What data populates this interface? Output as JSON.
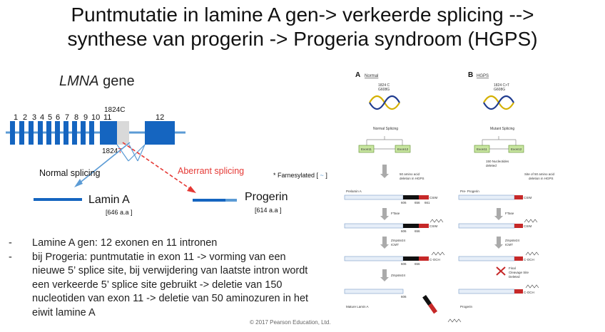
{
  "title": {
    "line1": "Puntmutatie in lamine A gen-> verkeerde splicing -->",
    "line2": "synthese van progerin -> Progeria syndroom (HGPS)"
  },
  "gene": {
    "name_italic": "LMNA",
    "name_rest": " gene",
    "exons": [
      "1",
      "2",
      "3",
      "4",
      "5",
      "6",
      "7",
      "8",
      "9",
      "10",
      "11",
      "12"
    ],
    "mutation_top": "1824C",
    "mutation_bottom_prefix": "1824",
    "mutation_bottom_letter": "T",
    "normal_splicing": "Normal splicing",
    "aberrant_splicing": "Aberrant splicing",
    "farnesylated": "* Farnesylated [",
    "lamin_a": "Lamin A",
    "lamin_a_len": "[646 a.a ]",
    "progerin": "Progerin",
    "progerin_len": "[614 a.a ]",
    "colors": {
      "exon": "#1565c0",
      "intron": "#5b9bd5",
      "mutant": "#d9d9d9",
      "normal_arrow": "#5b9bd5",
      "aberrant_arrow": "#e53935"
    }
  },
  "bullets": [
    "Lamine A gen: 12 exonen en 11 intronen",
    "bij Progeria: puntmutatie in exon 11 -> vorming van een nieuwe 5’ splice site, bij verwijdering van laatste intron wordt een verkeerde 5’ splice site gebruikt -> deletie van 150 nucleotiden van exon 11 -> deletie van 50 aminozuren in het eiwit lamine A"
  ],
  "copyright": "© 2017 Pearson Education, Ltd.",
  "pathway": {
    "a_letter": "A",
    "a_label": "Normal",
    "b_letter": "B",
    "b_label": "HGPS",
    "a_mut1": "1824 C",
    "a_mut2": "G608G",
    "b_mut1": "1824 C>T",
    "b_mut2": "G608G",
    "a_splicing": "Normal Splicing",
    "b_splicing": "Mutant Splicing",
    "exon11": "Exon11",
    "exon12": "Exon12",
    "deleted_note1": "150 Nucleotides",
    "deleted_note2": "deleted",
    "deletion_note1": "50 amino acid",
    "deletion_note2": "deletion in HGPS",
    "site_note1": "Site of 50 amino acid",
    "site_note2": "deletion in HGPS",
    "prelamin": "Prelamin A",
    "pre_progerin": "Pre- Progerin",
    "csim": "CSIM",
    "num606": "606",
    "num656": "656",
    "num661": "661",
    "ftase": "FTase",
    "zmpste24": "Zmpste24",
    "icmt": "ICMT",
    "cooch3": "C-OCH",
    "final1": "Final",
    "final2": "Cleavage Site",
    "final3": "Deleted",
    "mature": "Mature Lamin A",
    "progerin": "Progerin"
  }
}
